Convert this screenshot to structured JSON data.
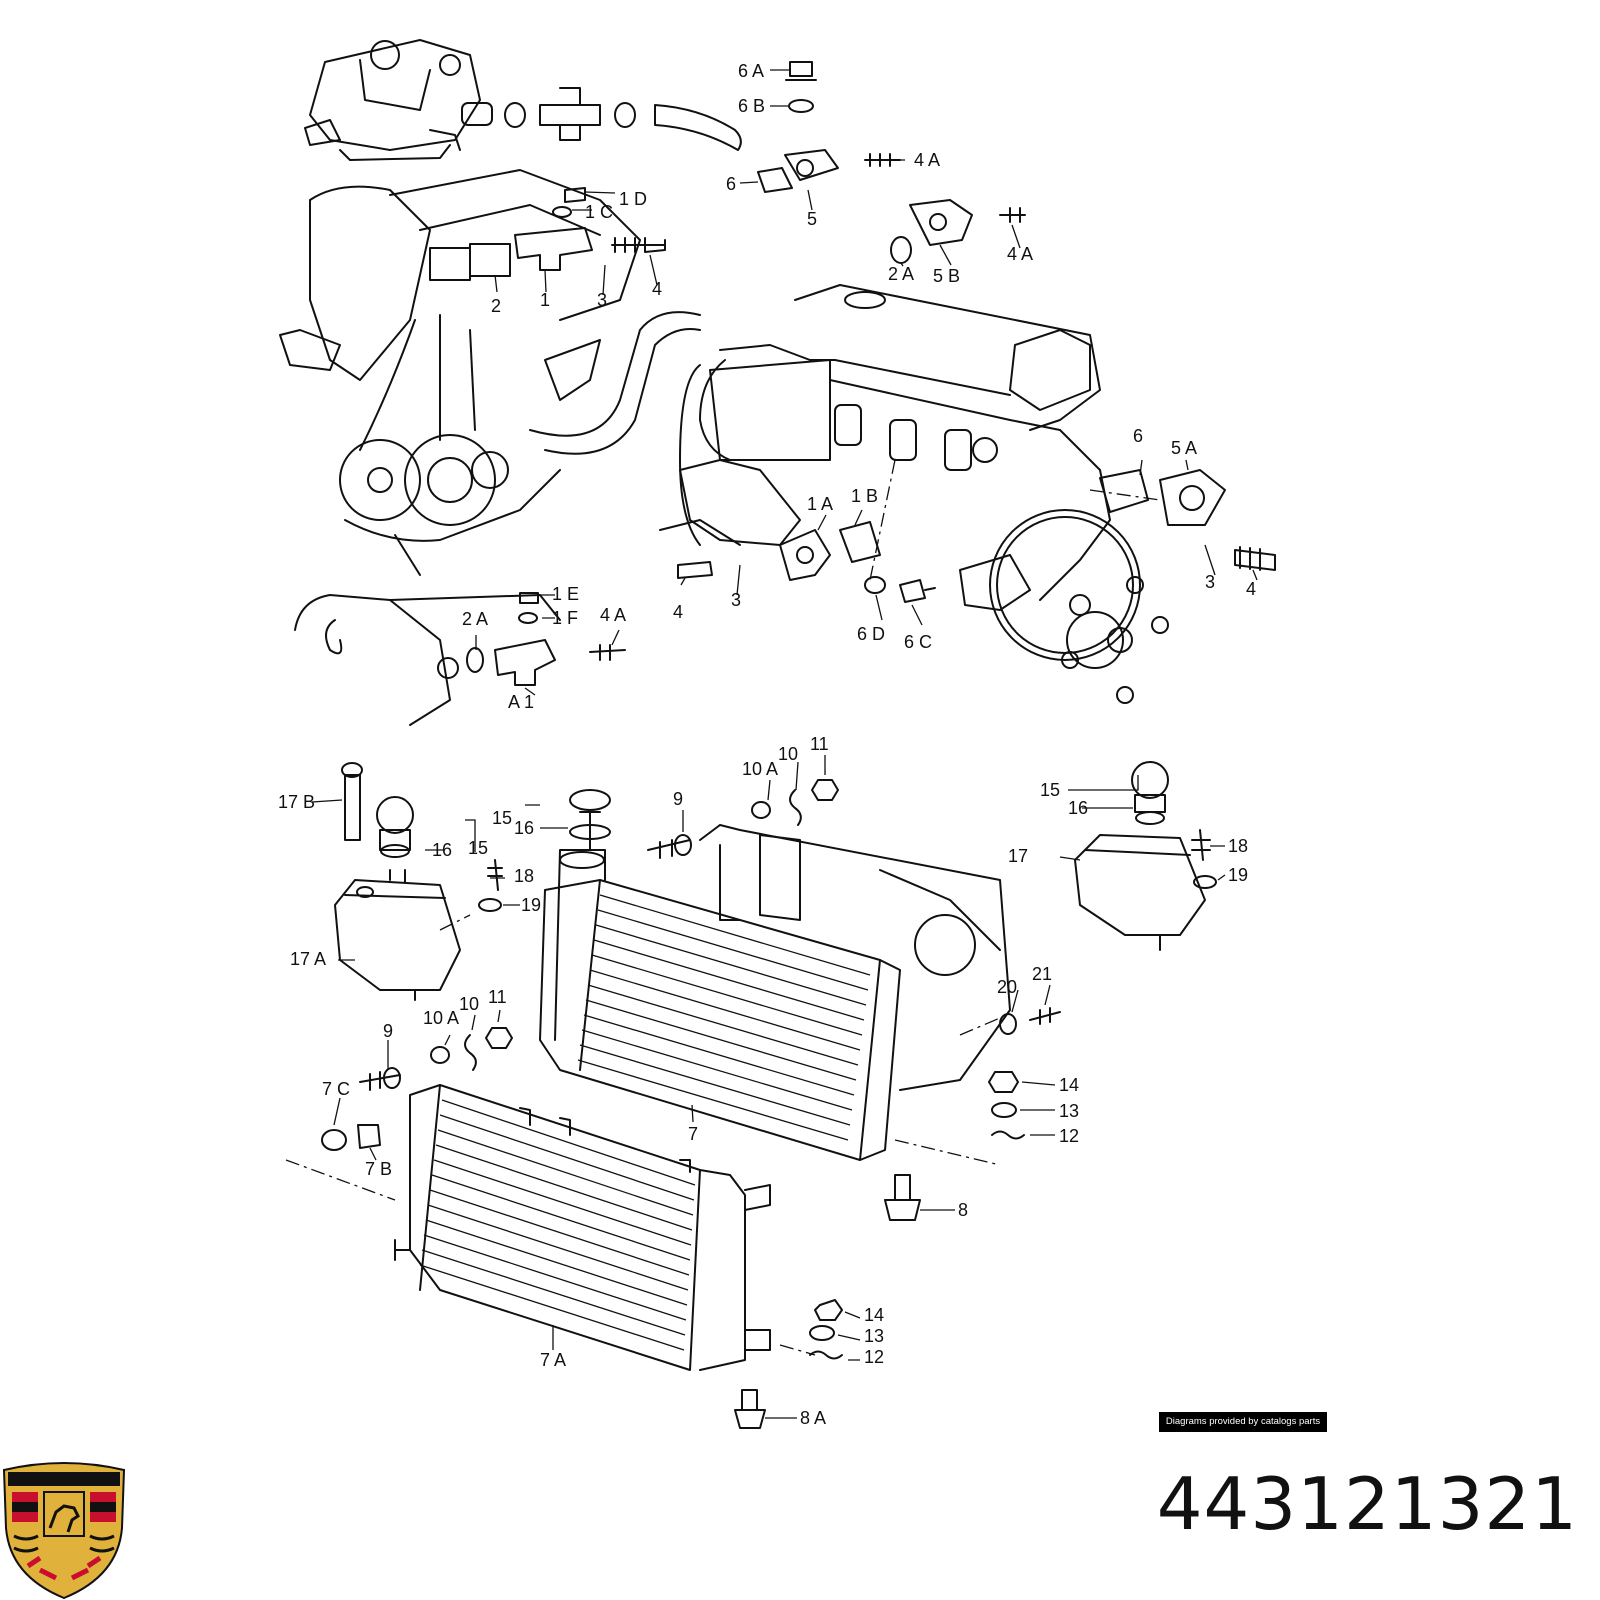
{
  "callouts": [
    "6 A",
    "6 B",
    "4 A",
    "6",
    "5",
    "1 D",
    "1 C",
    "2",
    "1",
    "3",
    "4",
    "2 A",
    "5 B",
    "4 A",
    "6",
    "5 A",
    "1 A",
    "1 B",
    "4",
    "3",
    "6 D",
    "6 C",
    "3",
    "4",
    "1 E",
    "1 F",
    "2 A",
    "4 A",
    "A 1",
    "17 B",
    "15",
    "16",
    "15",
    "16",
    "18",
    "19",
    "17 A",
    "10 A",
    "10",
    "11",
    "9",
    "15",
    "16",
    "17",
    "18",
    "19",
    "20",
    "21",
    "10 A",
    "10",
    "11",
    "9",
    "14",
    "13",
    "12",
    "7 C",
    "7 B",
    "7",
    "8",
    "14",
    "13",
    "12",
    "7 A",
    "8 A"
  ],
  "credit": "Diagrams provided by catalogs parts",
  "part_number": "443121321",
  "logo": {
    "name": "porsche-crest",
    "colors": {
      "gold": "#e0b23c",
      "red": "#c8102e",
      "black": "#111111"
    }
  }
}
